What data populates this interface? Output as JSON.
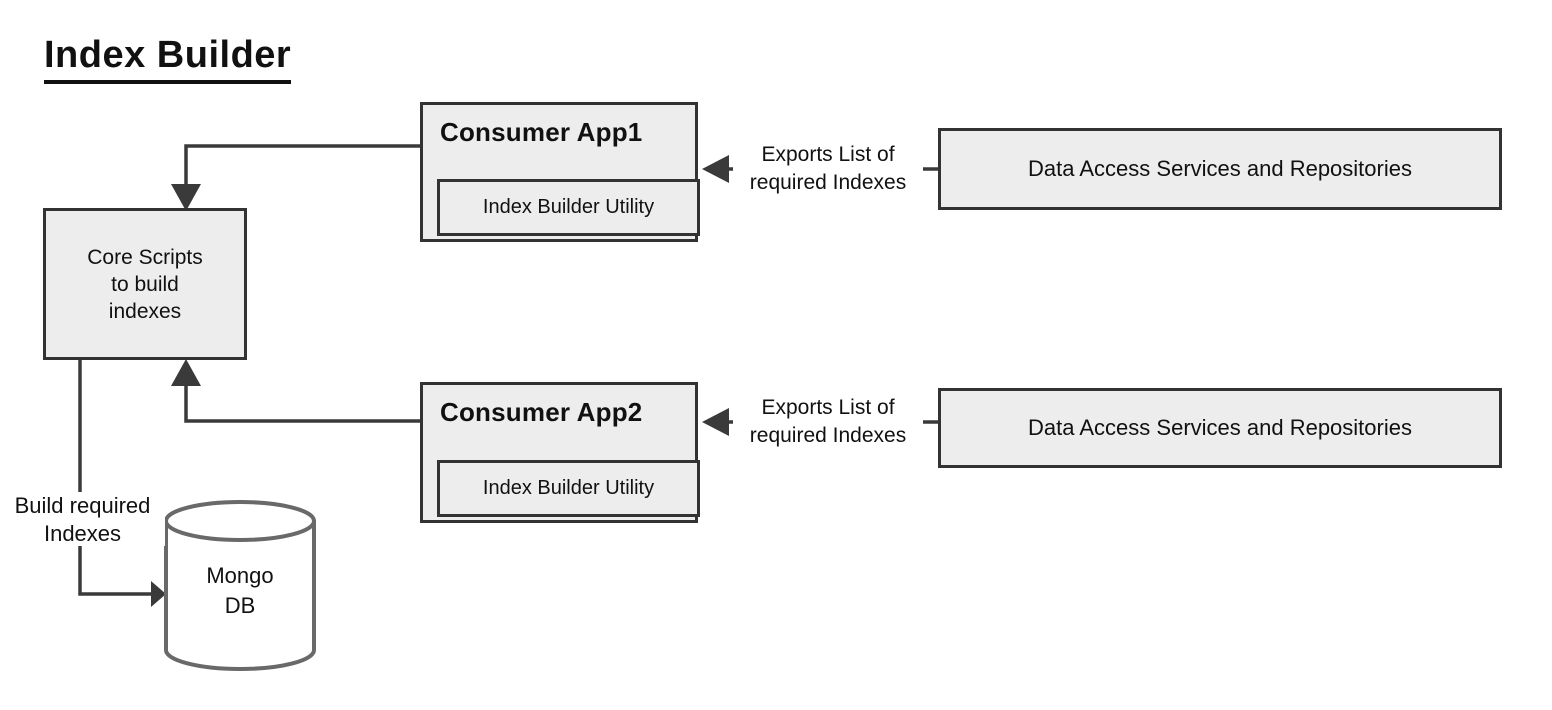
{
  "title": "Index Builder",
  "nodes": {
    "consumer_app1": {
      "title": "Consumer App1",
      "utility": "Index Builder Utility"
    },
    "consumer_app2": {
      "title": "Consumer App2",
      "utility": "Index Builder Utility"
    },
    "core_scripts": {
      "label": "Core Scripts\nto build\nindexes"
    },
    "data_access_1": {
      "label": "Data Access Services and Repositories"
    },
    "data_access_2": {
      "label": "Data Access Services and Repositories"
    },
    "mongo_db": {
      "label": "Mongo\nDB"
    }
  },
  "edges": {
    "exports_app1": {
      "label": "Exports List of\nrequired Indexes"
    },
    "exports_app2": {
      "label": "Exports List of\nrequired Indexes"
    },
    "build_indexes": {
      "label": "Build required\nIndexes"
    }
  },
  "colors": {
    "node_fill": "#ededed",
    "node_border": "#333333",
    "connector": "#3a3a3a",
    "cylinder_stroke": "#696969",
    "text": "#111111",
    "background": "#ffffff"
  }
}
